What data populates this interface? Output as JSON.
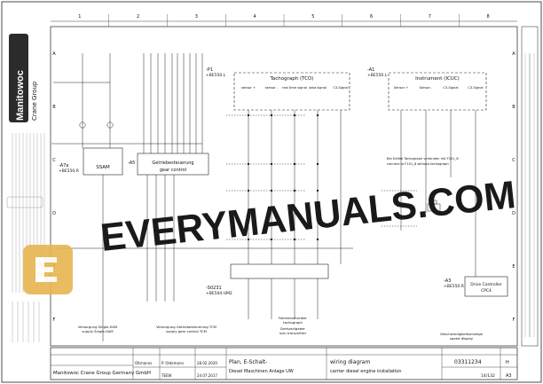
{
  "logo": {
    "brand": "Manitowoc",
    "sub": "Crane Group"
  },
  "footer": {
    "company": "Manitowoc Crane Group Germany GmbH",
    "drawn_date": "28.02.2020",
    "drawn_by": "P. Oldemann",
    "approved_date": "24.07.2017",
    "department": "TEEW",
    "drawn_sig": "Oltmanns",
    "title_de_1": "Plan, E-Schalt-",
    "title_de_2": "Diesel Maschinen Anlage UW",
    "title_en_1": "wiring diagram",
    "title_en_2": "carrier diesel engine installation",
    "drawing_no": "03311234",
    "sheet": "14/132",
    "format": "A3",
    "rev": "H"
  },
  "components": {
    "tco_label": "-P1",
    "tco_loc": "+BE550.L",
    "tco_title": "Tachograph (TCO)",
    "icuc_label": "-A1",
    "icuc_loc": "+BE550.L",
    "icuc_title": "Instrument (ICUC)",
    "ssam": "SSAM",
    "a7a_label": "-A7a",
    "a7a_loc": "+BE550.R",
    "gear_label": "-A5",
    "gear_title_1": "Getriebesteuerung",
    "gear_title_2": "gear control",
    "s0231_label": "-S0231",
    "s0231_loc": "+BE504.UM2",
    "cpc4_label": "-A3",
    "cpc4_loc": "+BE550.R",
    "cpc4_title_1": "Drive Controller",
    "cpc4_title_2": "CPC4",
    "note_1": "Bei Entfall Tachograph verbinden mit F101_8",
    "note_2": "connect to F101_8 without tachograph"
  },
  "tco_pins": [
    "sensor +",
    "sensor -",
    "real time signal",
    "data signal",
    "C3-Signal"
  ],
  "icuc_pins": [
    "Sensor +",
    "Sensor -",
    "C3-Signal",
    "C3-Signal"
  ],
  "bottom_labels": [
    {
      "de": "Versorgung Single-SAM",
      "en": "supply Single-SAM"
    },
    {
      "de": "Versorgung Getriebesteuerung TCM",
      "en": "supply gear control TCM"
    },
    {
      "de": "Fahrtenschreiber",
      "en": "tachograph"
    },
    {
      "de": "Drehzahlgeber",
      "en": "rpm transmitter"
    },
    {
      "de": "Geschwindigkeitsanzeige",
      "en": "speed display"
    }
  ],
  "row_letters": [
    "A",
    "B",
    "C",
    "D",
    "E",
    "F"
  ],
  "col_numbers": [
    "1",
    "2",
    "3",
    "4",
    "5",
    "6",
    "7",
    "8"
  ],
  "watermark": {
    "text": "EVERYMANUALS.COM"
  }
}
